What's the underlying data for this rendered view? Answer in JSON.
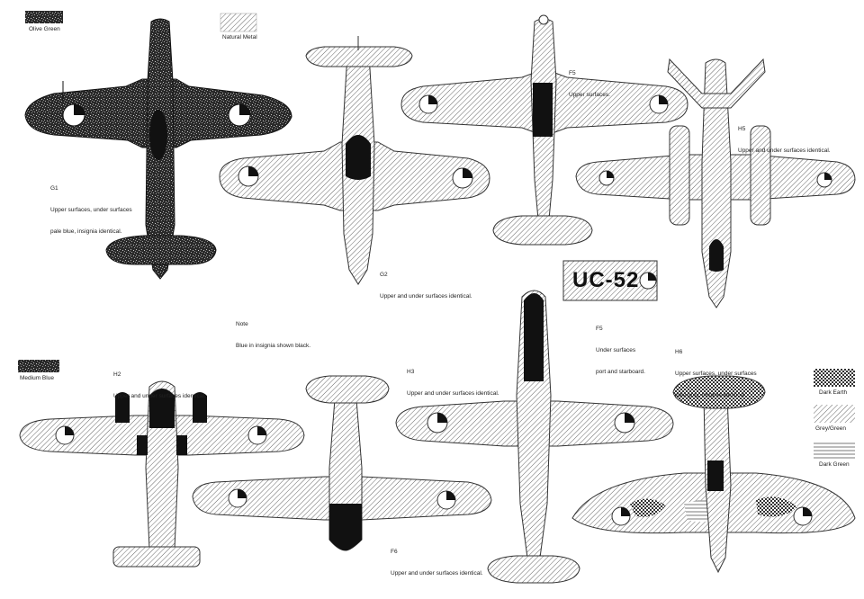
{
  "legend": {
    "olive_green": "Olive Green",
    "natural_metal": "Natural Metal",
    "medium_blue": "Medium Blue",
    "dark_earth": "Dark Earth",
    "grey_green": "Grey/Green",
    "dark_green": "Dark Green"
  },
  "notes": {
    "g1": [
      "G1",
      "Upper surfaces, under surfaces",
      "pale blue, insignia identical."
    ],
    "g2": [
      "G2",
      "Upper and under surfaces identical."
    ],
    "f5_top": [
      "F5",
      "Upper surfaces."
    ],
    "f5_bottom": [
      "F5",
      "Under surfaces",
      "port and starboard."
    ],
    "h5": [
      "H5",
      "Upper and under surfaces identical."
    ],
    "general": [
      "Note",
      "Blue in insignia shown black."
    ],
    "h2": [
      "H2",
      "Upper and under surfaces identical."
    ],
    "h3": [
      "H3",
      "Upper and under surfaces identical."
    ],
    "f6": [
      "F6",
      "Upper and under surfaces identical."
    ],
    "h6": [
      "H6",
      "Upper surfaces, under surfaces",
      "pale grey, insignia identical."
    ]
  },
  "registration": "UC-52",
  "colors": {
    "ink": "#1a1a1a",
    "paper": "#ffffff",
    "hatch": "#555555"
  }
}
